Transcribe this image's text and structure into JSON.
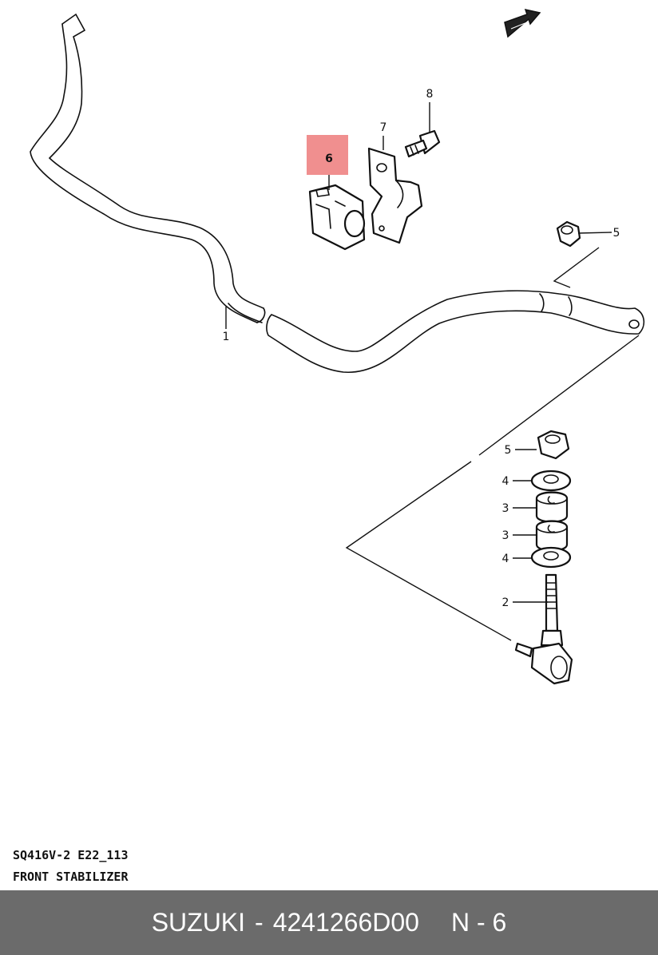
{
  "diagram": {
    "callouts": {
      "c1": "1",
      "c2": "2",
      "c3a": "3",
      "c3b": "3",
      "c4a": "4",
      "c4b": "4",
      "c5a": "5",
      "c5b": "5",
      "c6": "6",
      "c7": "7",
      "c8": "8"
    },
    "highlight_color": "#f08f8f",
    "fwd_icon": "front-arrow-icon"
  },
  "caption": {
    "model_code": "SQ416V-2 E22_113",
    "group_name": "FRONT STABILIZER"
  },
  "footer": {
    "brand": "SUZUKI",
    "separator": "-",
    "part_number": "4241266D00",
    "position_ref": "N - 6",
    "background": "#6b6b6b"
  }
}
